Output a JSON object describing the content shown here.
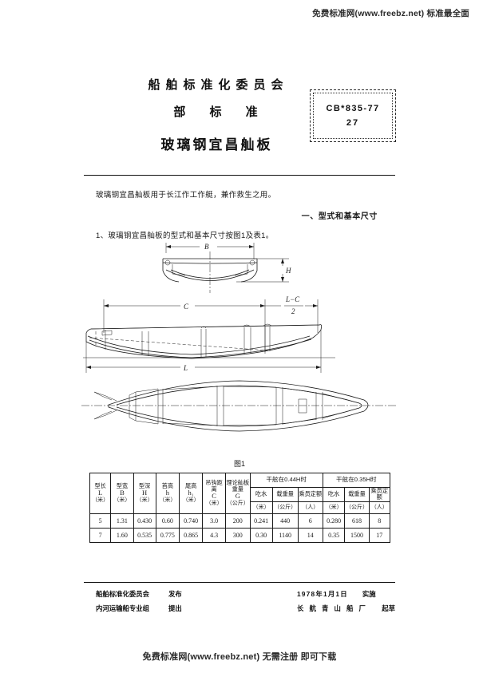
{
  "watermarks": {
    "top": "免费标准网(www.freebz.net) 标准最全面",
    "bottom": "免费标准网(www.freebz.net) 无需注册 即可下载"
  },
  "title_block": {
    "organization": "船舶标准化委员会",
    "standard_type": "部 标 准",
    "document_title": "玻璃钢宜昌舢板",
    "standard_number": "CB*835-77",
    "page_number": "27"
  },
  "body": {
    "intro": "玻璃钢宜昌舢板用于长江作工作艇，兼作救生之用。",
    "section_heading": "一、型式和基本尺寸",
    "item_1": "1、玻璃钢宜昌舢板的型式和基本尺寸按图1及表1。"
  },
  "figure": {
    "caption": "图1",
    "labels": {
      "beam": "B",
      "depth": "H",
      "hook_distance": "C",
      "length": "L",
      "half_overhang_numerator": "L−C",
      "half_overhang_denominator": "2"
    }
  },
  "table": {
    "headers_main": [
      {
        "name": "型长",
        "symbol": "L",
        "unit": "（米）"
      },
      {
        "name": "型宽",
        "symbol": "B",
        "unit": "（米）"
      },
      {
        "name": "型深",
        "symbol": "H",
        "unit": "（米）"
      },
      {
        "name": "首高",
        "symbol": "h",
        "unit": "（米）"
      },
      {
        "name": "尾高",
        "symbol": "h₁",
        "unit": "（米）"
      },
      {
        "name": "吊钩距离",
        "symbol": "C",
        "unit": "（米）"
      },
      {
        "name": "理论舢板重量",
        "symbol": "G",
        "unit": "（公斤）"
      }
    ],
    "group_1": {
      "title": "干舷在0.44H时",
      "columns": [
        {
          "name": "吃水",
          "unit": "（米）"
        },
        {
          "name": "载重量",
          "unit": "（公斤）"
        },
        {
          "name": "乘员定额",
          "unit": "（人）"
        }
      ]
    },
    "group_2": {
      "title": "干舷在0.35H时",
      "columns": [
        {
          "name": "吃水",
          "unit": "（米）"
        },
        {
          "name": "载重量",
          "unit": "（公斤）"
        },
        {
          "name": "乘员定额",
          "unit": "（人）"
        }
      ]
    },
    "rows": [
      [
        "5",
        "1.31",
        "0.430",
        "0.60",
        "0.740",
        "3.0",
        "200",
        "0.241",
        "440",
        "6",
        "0.280",
        "618",
        "8"
      ],
      [
        "7",
        "1.60",
        "0.535",
        "0.775",
        "0.865",
        "4.3",
        "300",
        "0.30",
        "1140",
        "14",
        "0.35",
        "1500",
        "17"
      ]
    ]
  },
  "footer": {
    "issuer_org": "船舶标准化委员会",
    "issuer_action": "发布",
    "proposer_org": "内河运输船专业组",
    "proposer_action": "提出",
    "effective_date": "1978年1月1日",
    "effective_action": "实施",
    "drafter_org": "长 航 青 山 船 厂",
    "drafter_action": "起草"
  }
}
